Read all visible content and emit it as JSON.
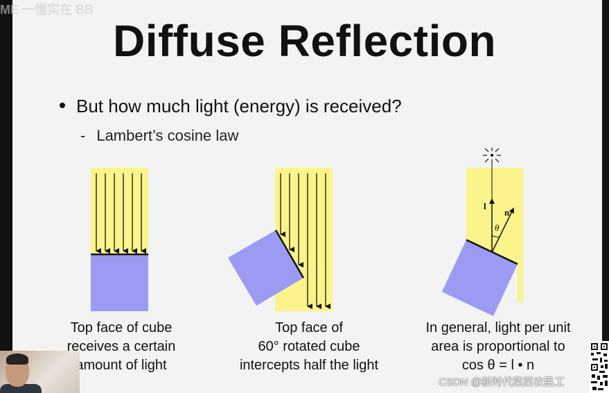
{
  "watermark_top": "ME 一懂实在 BB",
  "slide": {
    "title": "Diffuse Reflection",
    "bullet": "But how much light (energy) is received?",
    "sub_bullet": "Lambert’s cosine law",
    "captions": [
      [
        "Top face of cube",
        "receives a certain",
        "amount of light"
      ],
      [
        "Top face of",
        "60° rotated cube",
        "intercepts half the light"
      ],
      [
        "In general, light per unit",
        "area is proportional to",
        "cos θ = l • n"
      ]
    ],
    "labels": {
      "l": "l",
      "n": "n",
      "theta": "θ"
    }
  },
  "overlay": {
    "csdn_watermark": "CSDN @新时代菜菜农民工"
  },
  "colors": {
    "light": "#fbf48a",
    "cube": "#9b9bf4",
    "background": "#f3f3f3"
  }
}
